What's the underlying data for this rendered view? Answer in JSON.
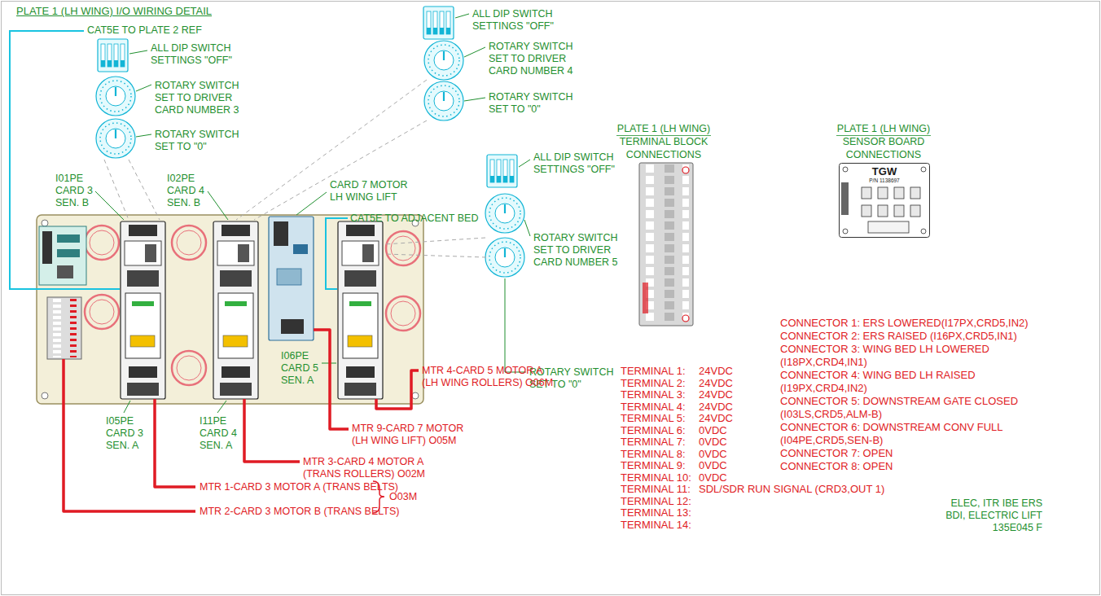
{
  "diagram": {
    "title": "PLATE 1 (LH WING) I/O WIRING DETAIL",
    "nodes": [
      {
        "text": [
          "TGW",
          "P/N 1138697"
        ]
      }
    ],
    "labels": [
      "CAT5E TO PLATE 2 REF",
      "ALL DIP SWITCH SETTINGS \"OFF\"",
      "ROTARY SWITCH SET TO DRIVER CARD NUMBER 3",
      "ROTARY SWITCH SET TO \"0\"",
      "ALL DIP SWITCH SETTINGS \"OFF\"",
      "ROTARY SWITCH SET TO DRIVER CARD NUMBER 4",
      "ROTARY SWITCH SET TO \"0\"",
      "ALL DIP SWITCH SETTINGS \"OFF\"",
      "ROTARY SWITCH SET TO DRIVER CARD NUMBER 5",
      "ROTARY SWITCH SET TO \"0\"",
      "I01PE CARD 3 SEN. B",
      "I02PE CARD 4 SEN. B",
      "CARD 7 MOTOR LH WING LIFT",
      "CAT5E TO ADJACENT BED",
      "I05PE CARD 3 SEN. A",
      "I11PE CARD 4 SEN. A",
      "I06PE CARD 5 SEN. A",
      "MTR 4-CARD 5 MOTOR A (LH WING ROLLERS) O06M",
      "MTR 9-CARD 7 MOTOR (LH WING LIFT) O05M",
      "MTR 3-CARD 4 MOTOR A (TRANS ROLLERS) O02M",
      "MTR 1-CARD 3 MOTOR A (TRANS BELTS)",
      "MTR 2-CARD 3 MOTOR B (TRANS BELTS)",
      "O03M",
      "PLATE 1 (LH WING) TERMINAL BLOCK CONNECTIONS",
      "PLATE 1 (LH WING) SENSOR BOARD CONNECTIONS",
      "TERMINAL 1:",
      "24VDC",
      "TERMINAL 2:",
      "24VDC",
      "TERMINAL 3:",
      "24VDC",
      "TERMINAL 4:",
      "24VDC",
      "TERMINAL 5:",
      "24VDC",
      "TERMINAL 6:",
      "0VDC",
      "TERMINAL 7:",
      "0VDC",
      "TERMINAL 8:",
      "0VDC",
      "TERMINAL 9:",
      "0VDC",
      "TERMINAL 10:",
      "0VDC",
      "TERMINAL 11:",
      "SDL/SDR RUN SIGNAL (CRD3,OUT 1)",
      "TERMINAL 12:",
      "TERMINAL 13:",
      "TERMINAL 14:",
      "CONNECTOR 1: ERS LOWERED(I17PX,CRD5,IN2)",
      "CONNECTOR 2: ERS RAISED (I16PX,CRD5,IN1)",
      "CONNECTOR 3: WING BED LH LOWERED (I18PX,CRD4,IN1)",
      "CONNECTOR 4: WING BED LH RAISED (I19PX,CRD4,IN2)",
      "CONNECTOR 5: DOWNSTREAM GATE CLOSED (I03LS,CRD5,ALM-B)",
      "CONNECTOR 6: DOWNSTREAM CONV FULL (I04PE,CRD5,SEN-B)",
      "CONNECTOR 7: OPEN",
      "CONNECTOR 8: OPEN",
      "ELEC, ITR IBE ERS",
      "BDI, ELECTRIC LIFT",
      "135E045 F"
    ]
  }
}
